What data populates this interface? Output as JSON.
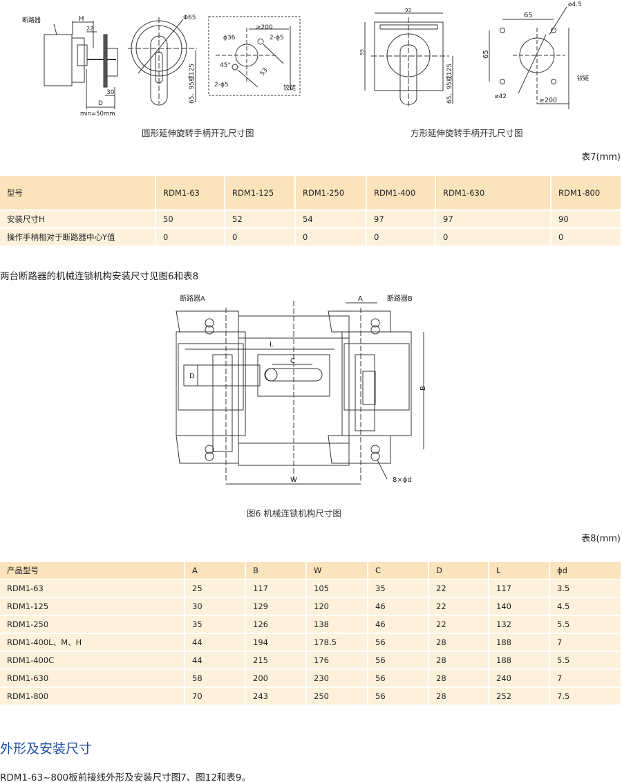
{
  "figure_round": {
    "caption": "圆形延伸旋转手柄开孔尺寸图",
    "labels": {
      "breaker": "断路器",
      "H": "H",
      "d22": "22",
      "d30": "30",
      "D": "D",
      "min": "min=50mm",
      "phi65": "Φ65",
      "height": "65、95或125",
      "phi36": "ϕ36",
      "ge200": "≥200",
      "holes_top": "2-ϕ5",
      "holes_bottom": "2-ϕ5",
      "angle": "45°",
      "d53": "53",
      "hinge": "铰链"
    }
  },
  "figure_square": {
    "caption": "方形延伸旋转手柄开孔尺寸图",
    "labels": {
      "w93": "93",
      "h93": "93",
      "height": "65、95或125",
      "d65h": "65",
      "d65v": "65",
      "phi45": "ø4.5",
      "phi42": "ø42",
      "ge200": "≥200",
      "hinge": "铰链"
    }
  },
  "table7": {
    "title": "表7(mm)",
    "header": [
      "型号",
      "RDM1-63",
      "RDM1-125",
      "RDM1-250",
      "RDM1-400",
      "RDM1-630",
      "RDM1-800"
    ],
    "rows": [
      [
        "安装尺寸H",
        "50",
        "52",
        "54",
        "97",
        "97",
        "90"
      ],
      [
        "操作手柄相对于断路器中心Y值",
        "0",
        "0",
        "0",
        "0",
        "0",
        "0"
      ]
    ]
  },
  "intro_text": "两台断路器的机械连锁机构安装尺寸见图6和表8",
  "figure6": {
    "caption": "图6 机械连锁机构尺寸图",
    "labels": {
      "breakerA": "断路器A",
      "breakerB": "断路器B",
      "A": "A",
      "B": "B",
      "L": "L",
      "C": "C",
      "D": "D",
      "W": "W",
      "holes": "8×ϕd"
    }
  },
  "table8": {
    "title": "表8(mm)",
    "header": [
      "产品型号",
      "A",
      "B",
      "W",
      "C",
      "D",
      "L",
      "ϕd"
    ],
    "rows": [
      [
        "RDM1-63",
        "25",
        "117",
        "105",
        "35",
        "22",
        "117",
        "3.5"
      ],
      [
        "RDM1-125",
        "30",
        "129",
        "120",
        "46",
        "22",
        "140",
        "4.5"
      ],
      [
        "RDM1-250",
        "35",
        "126",
        "138",
        "46",
        "22",
        "132",
        "5.5"
      ],
      [
        "RDM1-400L、M、H",
        "44",
        "194",
        "178.5",
        "56",
        "28",
        "188",
        "7"
      ],
      [
        "RDM1-400C",
        "44",
        "215",
        "176",
        "56",
        "28",
        "188",
        "5.5"
      ],
      [
        "RDM1-630",
        "58",
        "200",
        "230",
        "56",
        "28",
        "240",
        "7"
      ],
      [
        "RDM1-800",
        "70",
        "243",
        "250",
        "56",
        "28",
        "252",
        "7.5"
      ]
    ]
  },
  "section_heading": "外形及安装尺寸",
  "section_text": "RDM1-63~800板前接线外形及安装尺寸图7、图12和表9。",
  "colors": {
    "header_bg": "#fbe3bb",
    "row_bg": "#fdf1dc",
    "heading": "#1d4e9e"
  }
}
